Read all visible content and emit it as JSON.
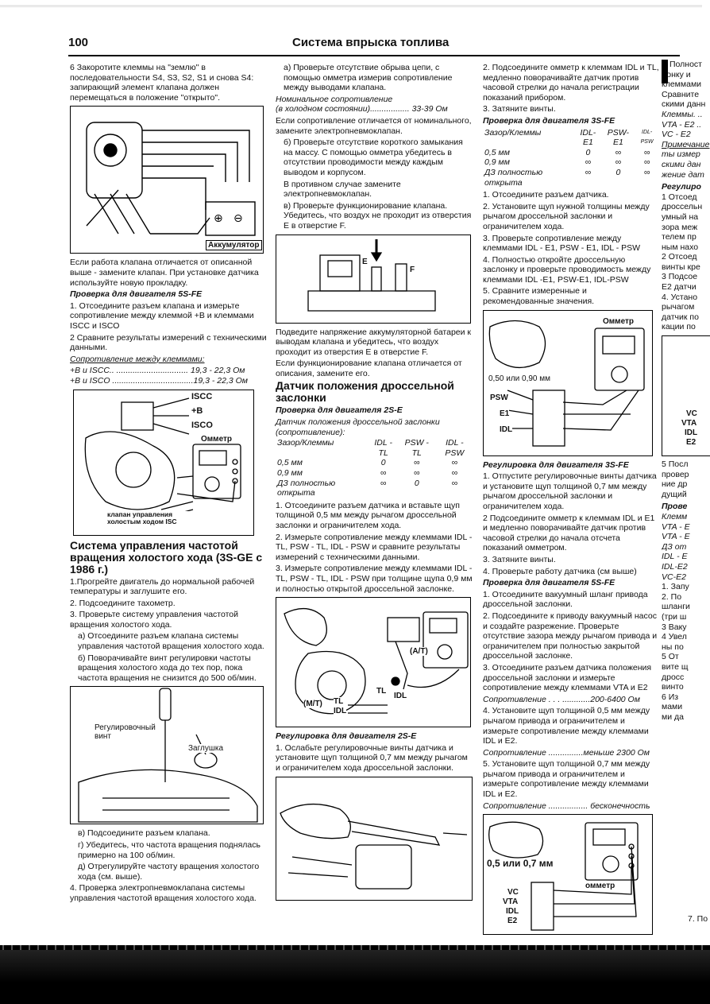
{
  "header": {
    "page_number": "100",
    "title": "Система впрыска топлива"
  },
  "col1": {
    "p_intro": "6 Закоротите клеммы на \"землю\" в последовательности S4, S3, S2, S1 и снова S4: запирающий элемент клапана должен перемещаться в положение \"открыто\".",
    "fig1_label": "Аккумулятор",
    "p_after_fig1": "Если работа клапана отличается от описанной выше - замените клапан. При установке датчика используйте новую прокладку.",
    "h_5sfe": "Проверка для двигателя 5S-FE",
    "p_5sfe_1": "1. Отсоедините разъем клапана и измерьте сопротивление между клеммой +В и клеммами ISCC и ISCO",
    "p_5sfe_2": "2 Сравните результаты измерений с техническими данными.",
    "resist_title": "Сопротивление между клеммами:",
    "resist_1": "+В и ISCC.. ............................... 19,3 - 22,3 Ом",
    "resist_2": "+В и ISCO ...................................19,3 - 22,3 Ом",
    "fig2_iscc": "ISCC",
    "fig2_b": "+B",
    "fig2_isco": "ISCO",
    "fig2_ommetr": "Омметр",
    "fig2_caption": "клапан управления холостым ходом ISC",
    "h2_system": "Система управления частотой вращения холостого хода (3S-GE с 1986 г.)",
    "s1": "1.Прогрейте двигатель до нормальной рабочей температуры и заглушите его.",
    "s2": "2. Подсоедините тахометр.",
    "s3": "3. Проверьте систему управления частотой вращения холостого хода.",
    "s3a": "а) Отсоедините разъем клапана системы управления частотой вращения холостого хода.",
    "s3b": "б) Поворачивайте винт регулировки частоты вращения холостого хода до тех пор, пока частота вращения не снизится до 500 об/мин.",
    "fig3_screw": "Регулировочный винт",
    "fig3_plug": "Заглушка",
    "s3v": "в) Подсоедините разъем клапана.",
    "s3g": "г) Убедитесь, что частота вращения поднялась примерно на 100 об/мин.",
    "s3d": "д) Отрегулируйте частоту вращения холостого хода (см. выше).",
    "s4": "4. Проверка электропневмоклапана системы управления частотой вращения холостого хода."
  },
  "col2": {
    "a": "а) Проверьте отсутствие обрыва цепи, с помощью омметра измерив сопротивление между выводами клапана.",
    "nominal_1": "Номинальное сопротивление",
    "nominal_2": "(в холодном состоянии)................. 33-39 Ом",
    "p_nominal": "Если сопротивление отличается от номинального, замените электропневмоклапан.",
    "b": "б) Проверьте отсутствие короткого замыкания на массу. С помощью омметра убедитесь в отсутствии проводимости между каждым выводом и корпусом.",
    "b2": "В противном случае замените электропневмоклапан.",
    "v": "в) Проверьте функционирование клапана. Убедитесь, что воздух не проходит из отверстия Е в отверстие F.",
    "fig_e": "E",
    "fig_f": "F",
    "p_battery": "Подведите напряжение аккумуляторной батареи к выводам клапана и убедитесь, что воздух проходит из отверстия Е в отверстие F.",
    "p_replace": "Если функционирование клапана отличается от описания, замените его.",
    "h2_sensor": "Датчик положения дроссельной заслонки",
    "h_2se": "Проверка для двигателя 2S-E",
    "tbl_title_1": "Датчик положения дроссельной заслонки",
    "tbl_title_2": "(сопротивление):",
    "tbl": {
      "head": [
        "Зазор/Клеммы",
        "IDL - TL",
        "PSW - TL",
        "IDL - PSW"
      ],
      "rows": [
        [
          "0,5 мм",
          "0",
          "∞",
          "∞"
        ],
        [
          "0,9 мм",
          "∞",
          "∞",
          "∞"
        ],
        [
          "ДЗ полностью открыта",
          "∞",
          "0",
          "∞"
        ]
      ]
    },
    "p1": "1. Отсоедините разъем датчика и вставьте щуп толщиной 0,5 мм между рычагом дроссельной заслонки и ограничителем хода.",
    "p2": "2. Измерьте сопротивление между клеммами IDL - TL, PSW - TL, IDL - PSW и сравните результаты измерений с техническими данными.",
    "p3": "3. Измерьте сопротивление между клеммами IDL - TL, PSW - TL, IDL - PSW при толщине щупа 0,9 мм и полностью открытой дроссельной заслонке.",
    "fig_at": "(A/T)",
    "fig_mt": "(M/T)",
    "fig_tl": "TL",
    "fig_idl": "IDL",
    "h_reg_2se": "Регулировка для двигателя 2S-E",
    "reg_1": "1. Ослабьте регулировочные винты датчика и установите щуп толщиной 0,7 мм между рычагом и ограничителем хода дроссельной заслонки."
  },
  "col3": {
    "p2": "2. Подсоедините омметр к клеммам IDL и TL, медленно поворачивайте датчик против часовой стрелки до начала регистрации показаний прибором.",
    "p3": "3. Затяните винты.",
    "h_3sfe": "Проверка для двигателя 3S-FE",
    "tbl": {
      "head": [
        "Зазор/Клеммы",
        "IDL-E1",
        "PSW-E1",
        "IDL-PSW"
      ],
      "rows": [
        [
          "0,5 мм",
          "0",
          "∞",
          "∞"
        ],
        [
          "0,9 мм",
          "∞",
          "∞",
          "∞"
        ],
        [
          "ДЗ полностью открыта",
          "∞",
          "0",
          "∞"
        ]
      ]
    },
    "q1": "1. Отсоедините разъем датчика.",
    "q2": "2. Установите щуп нужной толщины между рычагом дроссельной заслонки и ограничителем хода.",
    "q3": "3. Проверьте сопротивление между клеммами IDL - E1, PSW - E1, IDL - PSW",
    "q4": "4. Полностью откройте дроссельную заслонку и проверьте проводимость между клеммами IDL -E1, PSW-E1, IDL-PSW",
    "q5": "5. Сравните измеренные и рекомендованные значения.",
    "fig_ommetr": "Омметр",
    "fig_gap": "0,50 или 0,90 мм",
    "fig_psw": "PSW",
    "fig_e1": "E1",
    "fig_idl": "IDL",
    "h_reg_3sfe": "Регулировка для двигателя 3S-FE",
    "r1": "1. Отпустите регулировочные винты датчика и установите щуп толщиной 0,7 мм между рычагом дроссельной заслонки и ограничителем хода.",
    "r2": "2 Подсоедините омметр к клеммам IDL и E1 и медленно поворачивайте датчик против часовой стрелки до начала отсчета показаний омметром.",
    "r3": "3. Затяните винты.",
    "r4": "4. Проверьте работу датчика (см выше)",
    "h_5sfe": "Проверка для двигателя 5S-FE",
    "t1": "1. Отсоедините вакуумный шланг привода дроссельной заслонки.",
    "t2": "2. Подсоедините к приводу вакуумный насос и создайте разрежение. Проверьте отсутствие зазора между рычагом привода и ограничителем при полностью закрытой дроссельной заслонке.",
    "t3": "3. Отсоедините разъем датчика положения дроссельной заслонки и измерьте сопротивление между клеммами VTA и E2",
    "res1": "Сопротивление . . . ............200-6400 Ом",
    "t4": "4. Установите щуп толщиной 0,5 мм между рычагом привода и ограничителем и измерьте сопротивление между клеммами IDL и E2.",
    "res2": "Сопротивление ...............меньше 2300 Ом",
    "t5": "5. Установите щуп толщиной 0,7 мм между рычагом привода и ограничителем и измерьте сопротивление между клеммами IDL и E2.",
    "res3": "Сопротивление ................. бесконечность",
    "fig2_gap": "0,5 или 0,7 мм",
    "fig2_ommetr": "омметр",
    "fig2_vc": "VC",
    "fig2_vta": "VTA",
    "fig2_idl": "IDL",
    "fig2_e2": "E2"
  },
  "col4": {
    "lines_a": [
      "Полност",
      "лонку и",
      "клеммами",
      "Сравните",
      "скими данн"
    ],
    "lines_b": [
      "Клеммы. ..",
      "VTA - E2 ..",
      "VC - E2"
    ],
    "lines_c": [
      "Примечание",
      "ты измер",
      "скими дан",
      "жение дат"
    ],
    "lines_d": [
      "Регулиро",
      "1 Отсоед",
      "дроссельн",
      "умный на",
      "зора меж",
      "телем пр",
      "ным нахо",
      "2 Отсоед",
      "винты кре",
      "3 Подсое",
      "Е2 датчи",
      "4. Устано",
      "рычагом",
      "датчик по",
      "кации по"
    ],
    "fig_labels": [
      "VC",
      "VTA",
      "IDL",
      "E2"
    ],
    "lines_e": [
      "5 Посл",
      "провер",
      "ние др",
      "дущий"
    ],
    "h_prov": "Прове",
    "lines_f": [
      "Клемм",
      "VTA - E",
      "VTA - E",
      "ДЗ от",
      "IDL - E",
      "IDL-E2",
      "VC-E2"
    ],
    "lines_g": [
      "1. Запу",
      "2. По",
      "шланги",
      "(три ш",
      "3 Ваку",
      "4 Увел",
      "ны по",
      "5 От",
      "вите щ",
      "дросс",
      "винто",
      "6 Из",
      "мами",
      "ми да"
    ],
    "last": "7. По"
  }
}
